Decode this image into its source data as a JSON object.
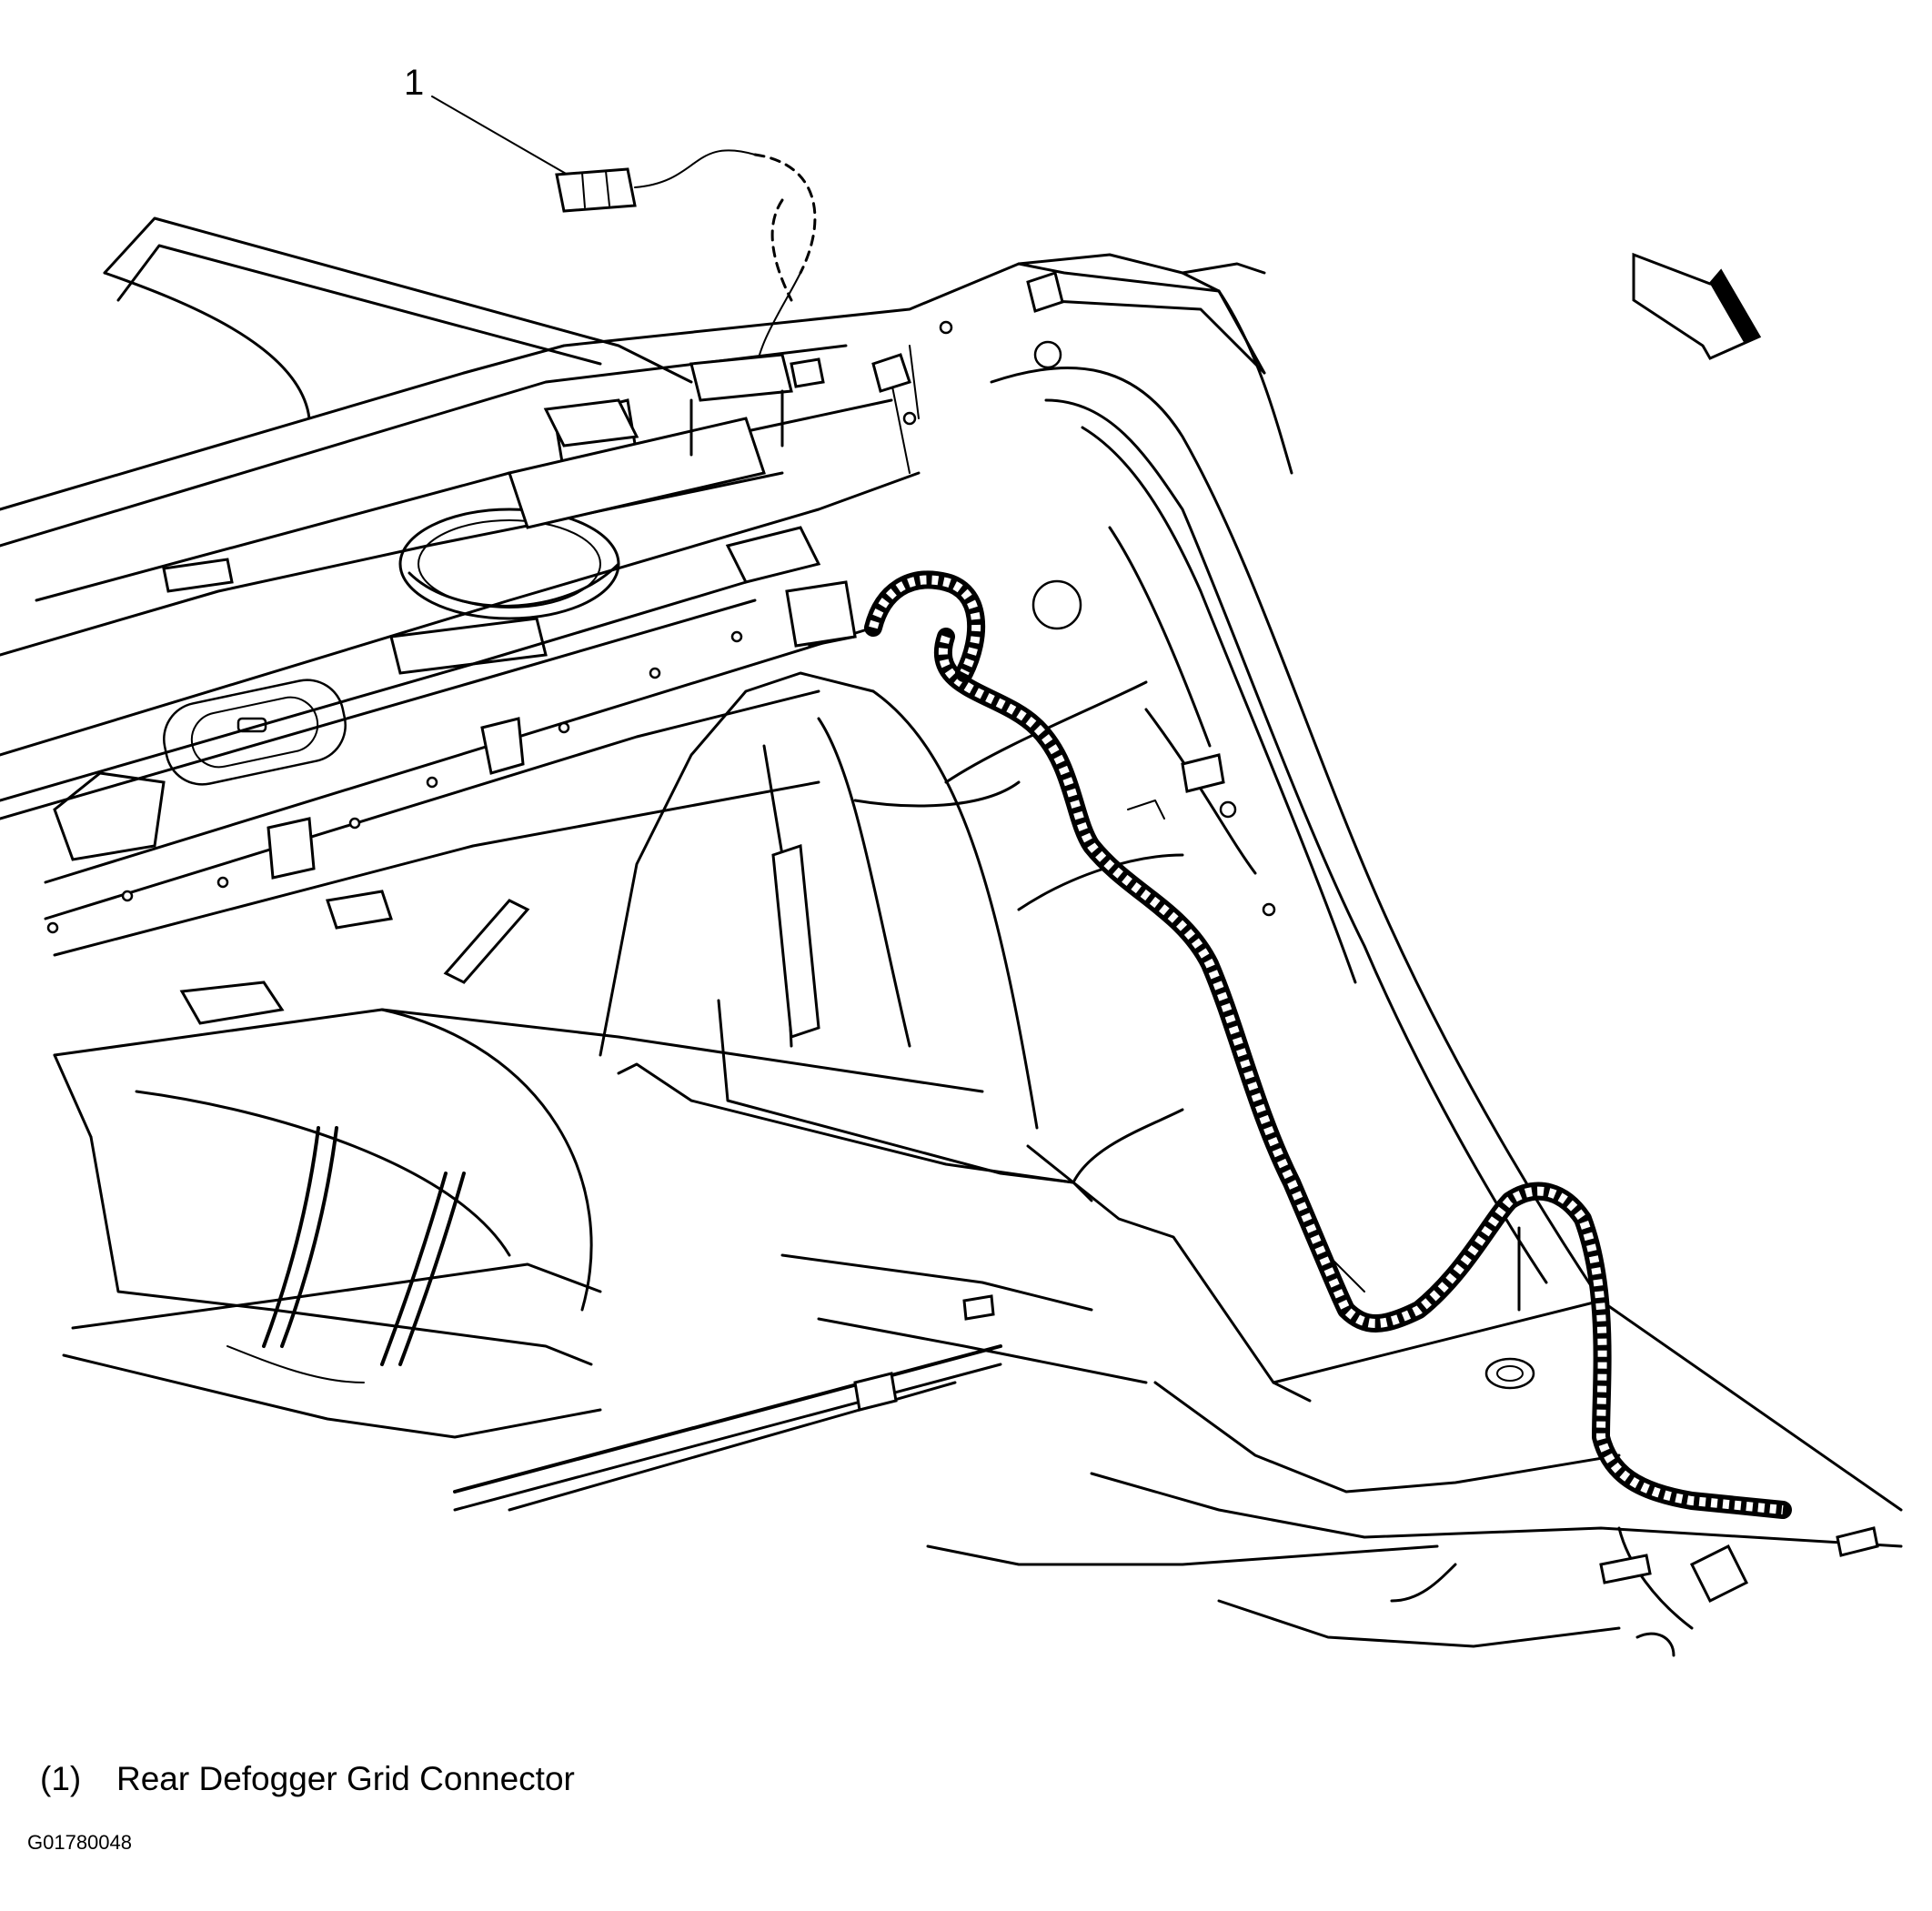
{
  "figure": {
    "callout_number": "1",
    "legend": [
      {
        "number": "(1)",
        "label": "Rear Defogger Grid Connector"
      }
    ],
    "figure_id": "G01780048",
    "view_arrow_icon": "front-direction-arrow-icon",
    "colors": {
      "line": "#000000",
      "background": "#ffffff"
    }
  }
}
